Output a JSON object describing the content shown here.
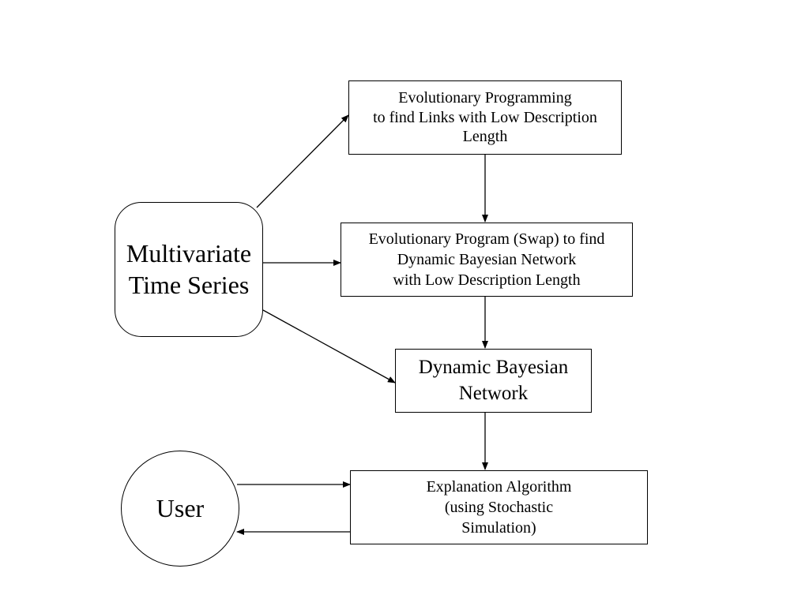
{
  "diagram": {
    "nodes": {
      "multivariate_time_series": {
        "lines": [
          "Multivariate",
          "Time Series"
        ]
      },
      "evo_links": {
        "lines": [
          "Evolutionary Programming",
          "to find Links with Low Description",
          "Length"
        ]
      },
      "evo_swap": {
        "lines": [
          "Evolutionary Program (Swap) to find",
          "Dynamic Bayesian Network",
          "with Low Description Length"
        ]
      },
      "dbn": {
        "lines": [
          "Dynamic Bayesian",
          "Network"
        ]
      },
      "explanation": {
        "lines": [
          "Explanation Algorithm",
          "(using Stochastic",
          "Simulation)"
        ]
      },
      "user": {
        "lines": [
          "User"
        ]
      }
    },
    "edges": [
      {
        "from": "multivariate_time_series",
        "to": "evo_links"
      },
      {
        "from": "multivariate_time_series",
        "to": "evo_swap"
      },
      {
        "from": "multivariate_time_series",
        "to": "dbn"
      },
      {
        "from": "evo_links",
        "to": "evo_swap"
      },
      {
        "from": "evo_swap",
        "to": "dbn"
      },
      {
        "from": "dbn",
        "to": "explanation"
      },
      {
        "from": "user",
        "to": "explanation"
      },
      {
        "from": "explanation",
        "to": "user"
      }
    ]
  }
}
